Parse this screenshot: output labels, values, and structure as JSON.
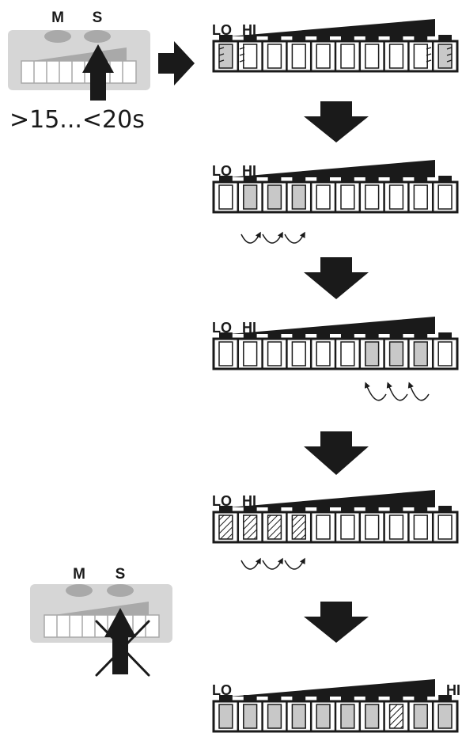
{
  "device_top": {
    "m_label": "M",
    "s_label": "S"
  },
  "hold_time": ">15...<20s",
  "device_bottom": {
    "m_label": "M",
    "s_label": "S"
  },
  "panels": [
    {
      "lo_label": "LO",
      "hi_label": "HI",
      "segments": [
        "gray",
        "white",
        "white",
        "white",
        "white",
        "white",
        "white",
        "white",
        "white",
        "gray"
      ]
    },
    {
      "lo_label": "LO",
      "hi_label": "HI",
      "segments": [
        "white",
        "gray",
        "gray",
        "gray",
        "white",
        "white",
        "white",
        "white",
        "white",
        "white"
      ]
    },
    {
      "lo_label": "LO",
      "hi_label": "HI",
      "segments": [
        "white",
        "white",
        "white",
        "white",
        "white",
        "white",
        "gray",
        "gray",
        "gray",
        "white"
      ]
    },
    {
      "lo_label": "LO",
      "hi_label": "HI",
      "segments": [
        "hatch",
        "hatch",
        "hatch",
        "hatch",
        "white",
        "white",
        "white",
        "white",
        "white",
        "white"
      ]
    },
    {
      "lo_label": "LO",
      "hi_label": "HI",
      "segments": [
        "gray",
        "gray",
        "gray",
        "gray",
        "gray",
        "gray",
        "gray",
        "hatch",
        "gray",
        "gray"
      ]
    }
  ],
  "colors": {
    "ink": "#1a1a1a",
    "gray": "#c8c8c8",
    "device_bg": "#d6d6d6",
    "button": "#a9a9a9"
  }
}
